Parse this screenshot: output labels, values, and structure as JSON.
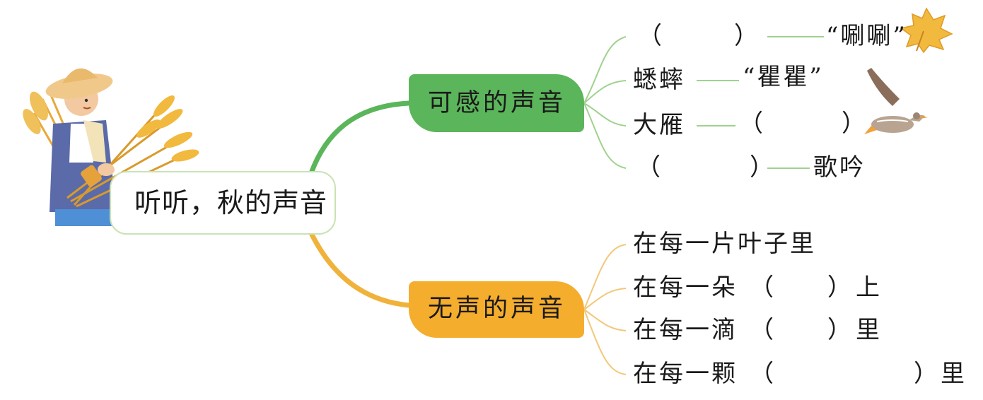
{
  "root": {
    "label": "听听，秋的声音"
  },
  "branches": [
    {
      "label": "可感的声音",
      "color": "#5bb55a",
      "items": [
        {
          "open": "（",
          "close": "）",
          "dash": "——",
          "text": "“唰唰”"
        },
        {
          "subject": "蟋蟀",
          "dash": "——",
          "text": "“瞿瞿”"
        },
        {
          "subject": "大雁",
          "dash": "——",
          "open": "（",
          "close": "）"
        },
        {
          "open": "（",
          "close": "）",
          "dash": "——",
          "text": "歌吟"
        }
      ]
    },
    {
      "label": "无声的声音",
      "color": "#f5ad2e",
      "items": [
        {
          "text": "在每一片叶子里"
        },
        {
          "prefix": "在每一朵",
          "open": "（",
          "close": "）",
          "suffix": "上"
        },
        {
          "prefix": "在每一滴",
          "open": "（",
          "close": "）",
          "suffix": "里"
        },
        {
          "prefix": "在每一颗",
          "open": "（",
          "close": "）",
          "suffix": "里"
        }
      ]
    }
  ],
  "illustrations": {
    "farmer": "farmer-holding-wheat-illustration",
    "leaf": "autumn-leaf-icon",
    "goose": "wild-goose-icon"
  }
}
